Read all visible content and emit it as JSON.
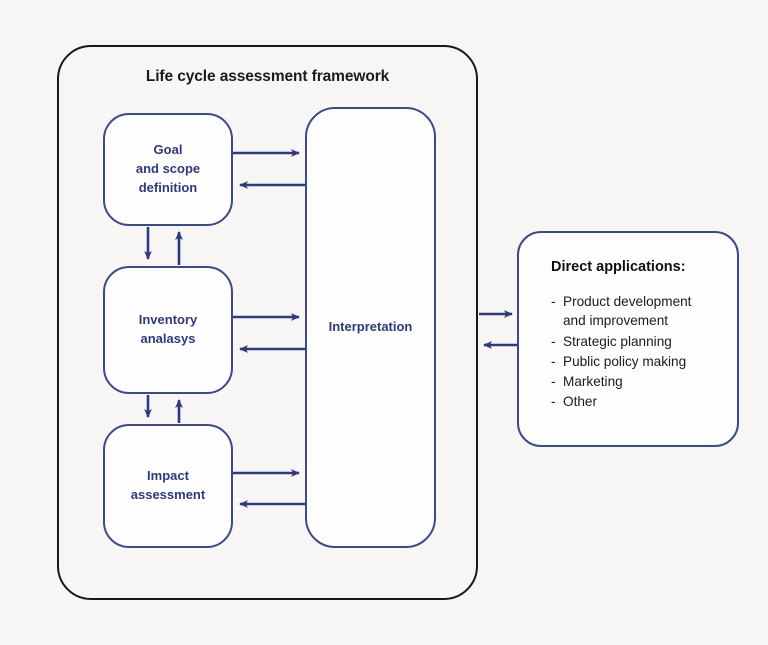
{
  "diagram": {
    "title": "Life cycle assessment framework",
    "background_color": "#f7f6f5",
    "accent_color": "#3b4a8c",
    "text_color": "#2e3a7d",
    "frame_border_color": "#18181b"
  },
  "stages": {
    "goal": "Goal\nand scope\ndefinition",
    "goal_lines": [
      "Goal",
      "and scope",
      "definition"
    ],
    "inventory": "Inventory\nanalasys",
    "inventory_lines": [
      "Inventory",
      "analasys"
    ],
    "impact": "Impact\nassessment",
    "impact_lines": [
      "Impact",
      "assessment"
    ],
    "interpretation": "Interpretation"
  },
  "applications": {
    "title": "Direct applications:",
    "items": [
      "Product development",
      "Strategic planning",
      "Public policy making",
      "Marketing",
      "Other"
    ],
    "item_0_continuation": "and improvement"
  },
  "connections": [
    {
      "from": "goal",
      "to": "interpretation",
      "direction": "right"
    },
    {
      "from": "interpretation",
      "to": "goal",
      "direction": "left"
    },
    {
      "from": "inventory",
      "to": "interpretation",
      "direction": "right"
    },
    {
      "from": "interpretation",
      "to": "inventory",
      "direction": "left"
    },
    {
      "from": "impact",
      "to": "interpretation",
      "direction": "right"
    },
    {
      "from": "interpretation",
      "to": "impact",
      "direction": "left"
    },
    {
      "from": "goal",
      "to": "inventory",
      "direction": "down"
    },
    {
      "from": "inventory",
      "to": "goal",
      "direction": "up"
    },
    {
      "from": "inventory",
      "to": "impact",
      "direction": "down"
    },
    {
      "from": "impact",
      "to": "inventory",
      "direction": "up"
    },
    {
      "from": "framework",
      "to": "applications",
      "direction": "right"
    },
    {
      "from": "applications",
      "to": "framework",
      "direction": "left"
    }
  ]
}
